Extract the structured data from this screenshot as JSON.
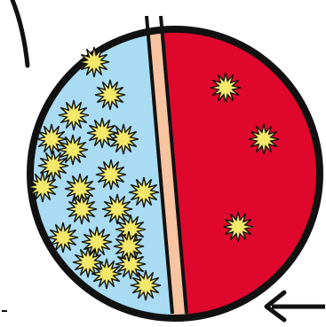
{
  "diagram": {
    "colors": {
      "outline": "#111111",
      "background": "#ffffff",
      "left_region": "#a9dcf2",
      "membrane": "#f7c3a0",
      "right_region": "#e0072c",
      "particle": "#f3e86a"
    },
    "regions": [
      {
        "name": "left-compartment",
        "particle_count": 22,
        "concentration": "high"
      },
      {
        "name": "right-compartment",
        "particle_count": 3,
        "concentration": "low"
      }
    ],
    "icons": {
      "particle": "star-icon",
      "pointer": "arrow-icon"
    }
  }
}
